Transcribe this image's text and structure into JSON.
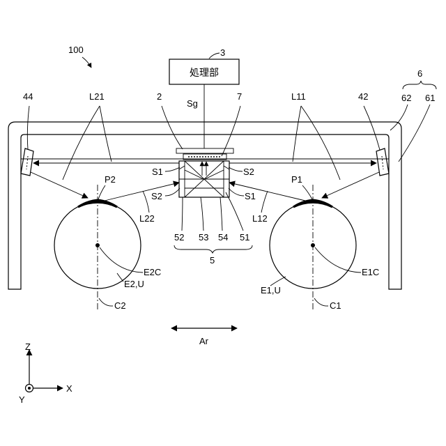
{
  "labels": {
    "fig_number": "100",
    "processor_num": "3",
    "processor_text": "処理部",
    "sensor_2": "2",
    "lead_7": "7",
    "signal_sg": "Sg",
    "frame_6": "6",
    "frame_62": "62",
    "frame_61": "61",
    "mirror_44": "44",
    "mirror_42": "42",
    "l21": "L21",
    "l11": "L11",
    "l22": "L22",
    "l12": "L12",
    "p2": "P2",
    "p1": "P1",
    "s1_left": "S1",
    "s2_right": "S2",
    "s2_left": "S2",
    "s1_right": "S1",
    "n52": "52",
    "n53": "53",
    "n54": "54",
    "n51": "51",
    "n5": "5",
    "e2c": "E2C",
    "e2u": "E2,U",
    "e1c": "E1C",
    "e1u": "E1,U",
    "c2": "C2",
    "c1": "C1",
    "ar": "Ar",
    "axis_z": "Z",
    "axis_x": "X",
    "axis_y": "Y"
  }
}
